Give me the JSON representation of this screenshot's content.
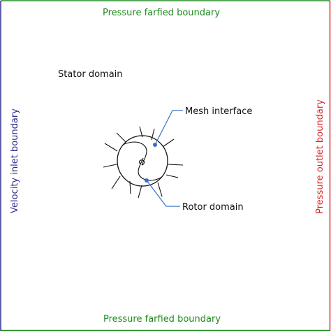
{
  "boundaries": {
    "top": {
      "label": "Pressure farfied boundary",
      "color": "#1e8a1e"
    },
    "bottom": {
      "label": "Pressure farfied boundary",
      "color": "#1e8a1e"
    },
    "left": {
      "label": "Velocity inlet boundary",
      "color": "#2b2b8c"
    },
    "right": {
      "label": "Pressure outlet boundary",
      "color": "#d42a2a"
    }
  },
  "domains": {
    "stator": "Stator domain",
    "rotor": "Rotor domain"
  },
  "annotations": {
    "mesh_interface": "Mesh interface"
  },
  "colors": {
    "leader_line": "#3a6fc4",
    "geometry": "#111111",
    "text": "#111111"
  }
}
